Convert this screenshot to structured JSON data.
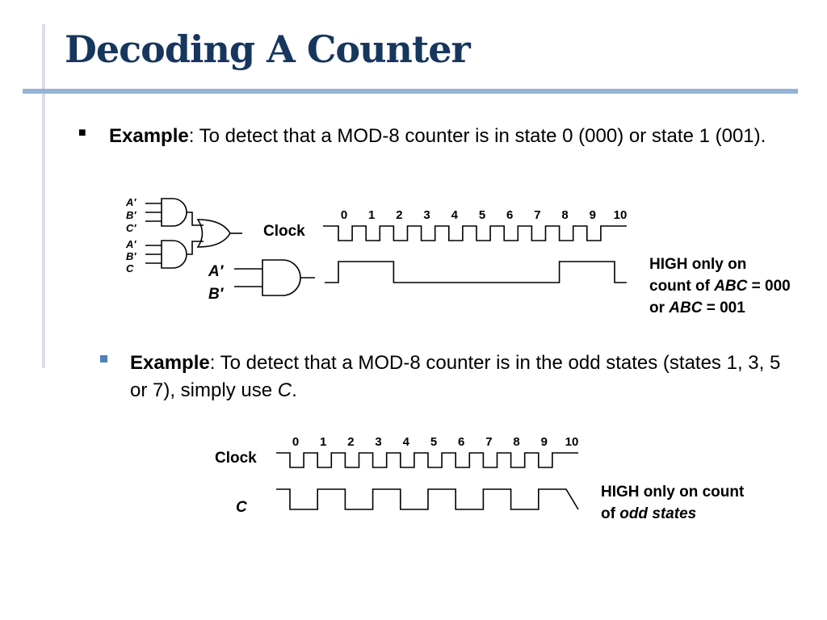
{
  "slide": {
    "title": "Decoding A Counter"
  },
  "example1": {
    "bullet": "■",
    "label": "Example",
    "text": ": To detect that a MOD-8 counter is in state 0 (000) or state 1 (001)."
  },
  "example2": {
    "label": "Example",
    "text_prefix": ": To detect that a MOD-8 counter is in the odd states (states 1, 3, 5 or 7), simply use ",
    "var": "C",
    "text_suffix": "."
  },
  "diagram1": {
    "circuit_inputs_top": [
      "A′",
      "B′",
      "C′"
    ],
    "circuit_inputs_bottom": [
      "A′",
      "B′",
      "C"
    ],
    "gate_inputs": [
      "A′",
      "B′"
    ],
    "clock_label": "Clock",
    "counts": [
      "0",
      "1",
      "2",
      "3",
      "4",
      "5",
      "6",
      "7",
      "8",
      "9",
      "10"
    ],
    "annotation": {
      "line1": "HIGH only on",
      "line2_pre": "count of ",
      "line2_var": "ABC",
      "line2_post": " = 000",
      "line3_pre": "or ",
      "line3_var": "ABC",
      "line3_post": " = 001"
    }
  },
  "diagram2": {
    "clock_label": "Clock",
    "signal_label": "C",
    "counts": [
      "0",
      "1",
      "2",
      "3",
      "4",
      "5",
      "6",
      "7",
      "8",
      "9",
      "10"
    ],
    "annotation": {
      "line1": "HIGH only on count",
      "line2_pre": "of ",
      "line2_var": "odd states"
    }
  }
}
